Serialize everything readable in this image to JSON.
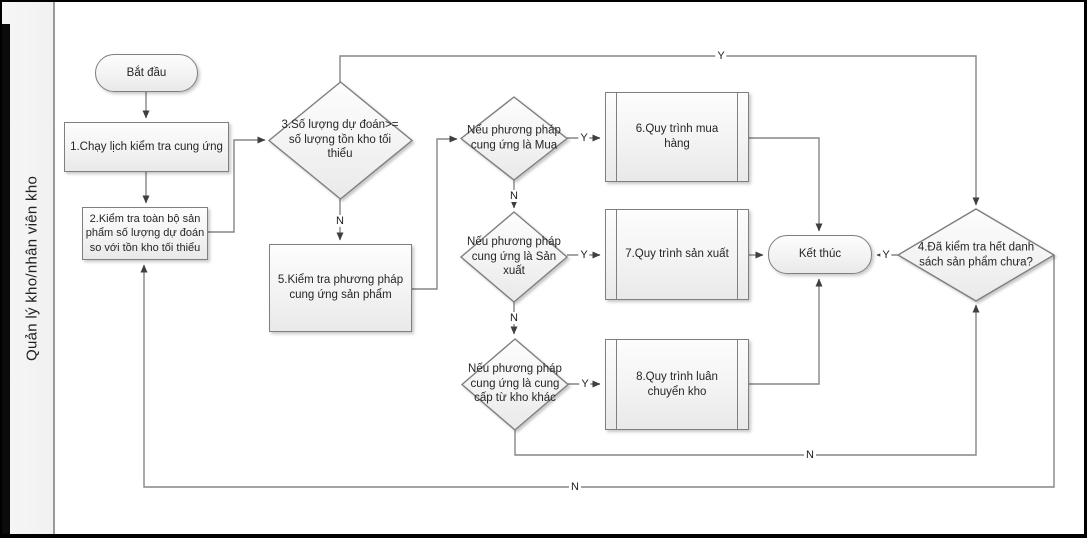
{
  "lane": {
    "label": "Quản lý kho/nhân viên kho"
  },
  "colors": {
    "shape_border": "#7f7f7f",
    "connector": "#858585",
    "arrowhead": "#3f3f3f",
    "shape_fill": "#f3f3f3",
    "lane_bar": "#0b0b0b",
    "text": "#262626"
  },
  "nodes": {
    "start": {
      "type": "terminator",
      "label": "Bắt đầu"
    },
    "step1": {
      "type": "process",
      "label": "1.Chạy lịch kiểm tra cung ứng"
    },
    "step2": {
      "type": "process",
      "label": "2.Kiểm tra toàn bộ sản phẩm số lượng dự đoán so với tồn kho tối thiểu"
    },
    "decision3": {
      "type": "decision",
      "label": "3.Số lượng dự đoán>= số lượng tồn kho tối thiểu"
    },
    "step5": {
      "type": "process",
      "label": "5.Kiểm tra phương pháp cung ứng sản phẩm"
    },
    "decision_mua": {
      "type": "decision",
      "label": "Nếu phương pháp cung ứng là Mua"
    },
    "subprocess6": {
      "type": "subprocess",
      "label": "6.Quy trình mua hàng"
    },
    "decision_sanxuat": {
      "type": "decision",
      "label": "Nếu phương pháp cung ứng là Sản xuất"
    },
    "subprocess7": {
      "type": "subprocess",
      "label": "7.Quy trình sản xuất"
    },
    "decision_khokhac": {
      "type": "decision",
      "label": "Nếu phương pháp cung ứng là cung cấp từ kho khác"
    },
    "subprocess8": {
      "type": "subprocess",
      "label": "8.Quy trình luân chuyển kho"
    },
    "end": {
      "type": "terminator",
      "label": "Kết thúc"
    },
    "decision4": {
      "type": "decision",
      "label": "4.Đã kiểm tra hết danh sách sản phẩm chưa?"
    }
  },
  "edge_labels": {
    "d3_yes": "Y",
    "d3_no": "N",
    "mua_yes": "Y",
    "mua_no": "N",
    "sanxuat_yes": "Y",
    "sanxuat_no": "N",
    "khokhac_yes": "Y",
    "khokhac_no": "N",
    "d4_yes": "Y",
    "d4_no": "N"
  }
}
